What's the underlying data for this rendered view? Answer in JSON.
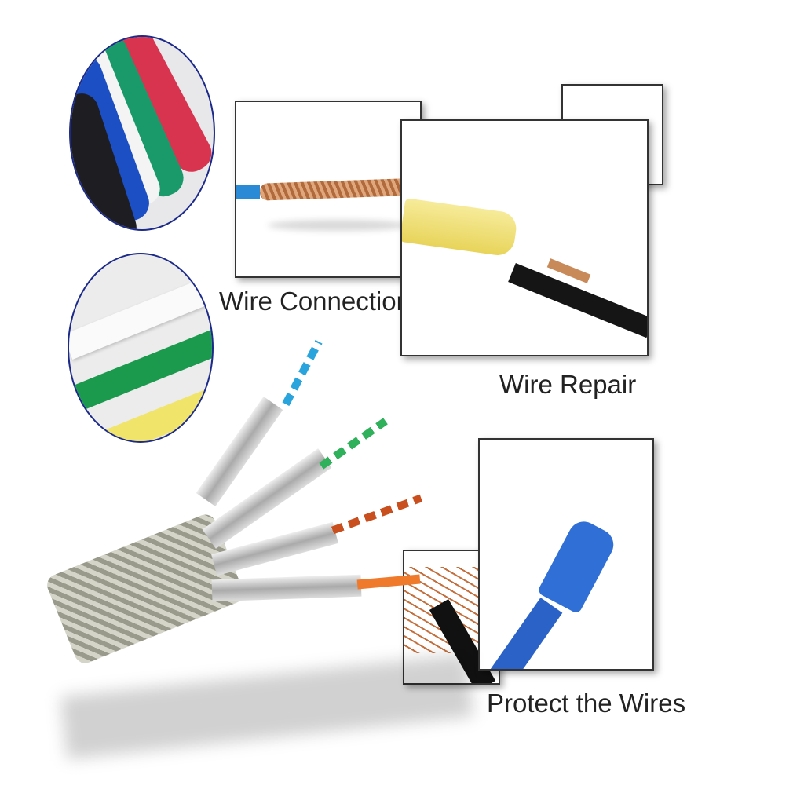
{
  "captions": {
    "wire_connection": "Wire Connection",
    "wire_repair": "Wire Repair",
    "protect_wires": "Protect the Wires"
  },
  "colors": {
    "tube_black": "#1e1e22",
    "tube_blue": "#1d4fc4",
    "tube_green": "#1a9a6a",
    "tube_red": "#d9344f",
    "tube_yellow": "#f3e37a",
    "sleeve_yellow": "#f1e27a",
    "sleeve_blue": "#2f6fd6",
    "copper": "#c07a4c",
    "foil": "#c8c8c8",
    "oval_border": "#1c2a8a"
  }
}
